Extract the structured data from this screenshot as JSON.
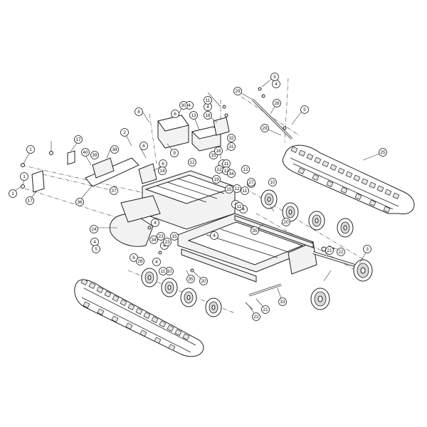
{
  "diagram": {
    "callouts": [
      "1",
      "1",
      "1",
      "2",
      "3",
      "4",
      "4",
      "4",
      "4",
      "4",
      "4",
      "4",
      "4",
      "4",
      "4",
      "4",
      "5",
      "5",
      "5",
      "6",
      "6",
      "6",
      "6",
      "8",
      "9",
      "10",
      "10",
      "10",
      "11",
      "11",
      "11",
      "11",
      "11",
      "12",
      "12",
      "12",
      "12",
      "12",
      "13",
      "14",
      "15",
      "15",
      "15",
      "16",
      "17",
      "17",
      "18",
      "19",
      "20",
      "20",
      "21",
      "21",
      "22",
      "22",
      "23",
      "23",
      "24",
      "25",
      "26",
      "27",
      "28",
      "29",
      "29",
      "30",
      "31",
      "32",
      "33",
      "34",
      "34",
      "35",
      "35",
      "36",
      "37",
      "38",
      "39",
      "40"
    ]
  }
}
